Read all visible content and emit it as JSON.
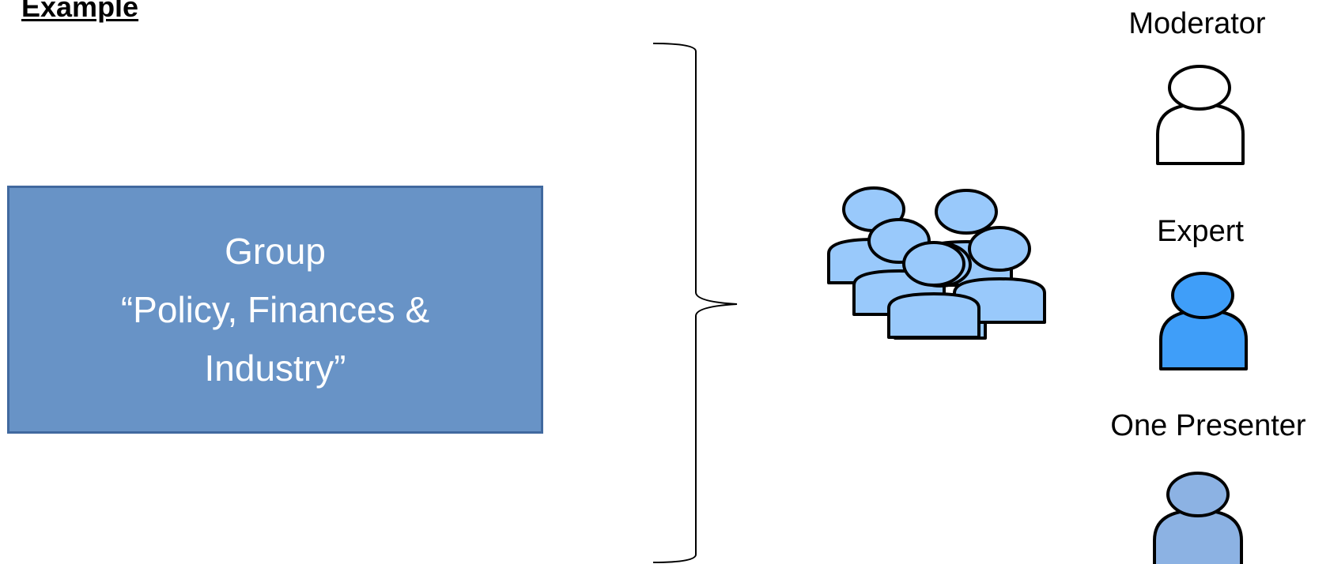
{
  "heading": "Example",
  "group_box": {
    "lines": [
      "Group",
      "“Policy, Finances &",
      "Industry”"
    ],
    "fill_color": "#6893c6",
    "border_color": "#41699f"
  },
  "crowd": {
    "icon": "crowd-icon",
    "fill_color": "#99c9fb"
  },
  "roles": [
    {
      "label": "Moderator",
      "icon": "person-outline-icon",
      "fill_color": "#ffffff"
    },
    {
      "label": "Expert",
      "icon": "person-icon",
      "fill_color": "#3f9ef9"
    },
    {
      "label": "One Presenter",
      "icon": "person-icon",
      "fill_color": "#8cb2e3"
    }
  ]
}
